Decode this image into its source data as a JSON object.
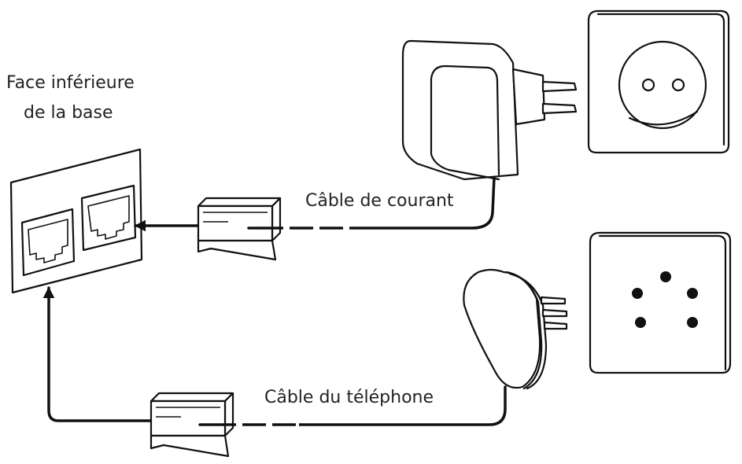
{
  "labels": {
    "base_line1": "Face inférieure",
    "base_line2": "de la base",
    "power_cable": "Câble de courant",
    "phone_cable": "Câble du téléphone"
  },
  "colors": {
    "line": "#111111",
    "background": "#ffffff",
    "text": "#222222"
  }
}
